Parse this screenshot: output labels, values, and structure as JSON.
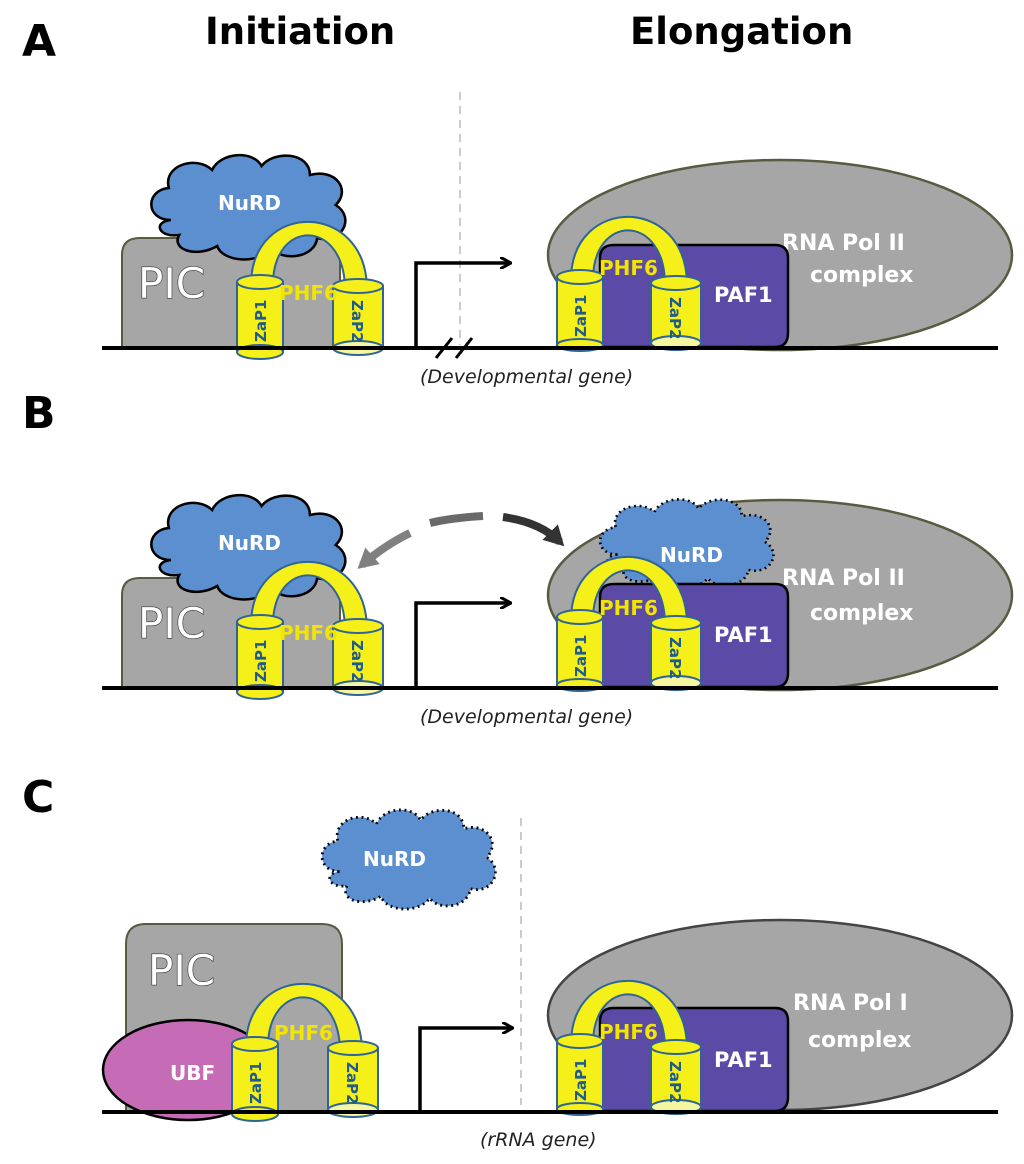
{
  "figure": {
    "column_titles": {
      "initiation": "Initiation",
      "elongation": "Elongation"
    },
    "colors": {
      "gray_complex": "#a6a6a6",
      "nurd_blue": "#5b8fcf",
      "phf6_yellow": "#f5f01a",
      "paf1_purple": "#5b4aa6",
      "ubf_pink": "#c66bb6",
      "outline_blue": "#2f6496",
      "dna_black": "#000000"
    },
    "panels": [
      {
        "letter": "A",
        "gene_label": "(Developmental gene)",
        "initiation": {
          "pic": "PIC",
          "nurd": "NuRD",
          "phf6": "PHF6",
          "zap1": "ZaP1",
          "zap2": "ZaP2"
        },
        "elongation": {
          "complex_line1": "RNA Pol II",
          "complex_line2": "complex",
          "phf6": "PHF6",
          "paf1": "PAF1",
          "zap1": "ZaP1",
          "zap2": "ZaP2"
        }
      },
      {
        "letter": "B",
        "gene_label": "(Developmental gene)",
        "initiation": {
          "pic": "PIC",
          "nurd": "NuRD",
          "phf6": "PHF6",
          "zap1": "ZaP1",
          "zap2": "ZaP2"
        },
        "elongation": {
          "complex_line1": "RNA Pol II",
          "complex_line2": "complex",
          "nurd": "NuRD",
          "phf6": "PHF6",
          "paf1": "PAF1",
          "zap1": "ZaP1",
          "zap2": "ZaP2"
        }
      },
      {
        "letter": "C",
        "gene_label": "(rRNA gene)",
        "free_nurd": "NuRD",
        "initiation": {
          "pic": "PIC",
          "ubf": "UBF",
          "phf6": "PHF6",
          "zap1": "ZaP1",
          "zap2": "ZaP2"
        },
        "elongation": {
          "complex_line1": "RNA Pol I",
          "complex_line2": "complex",
          "phf6": "PHF6",
          "paf1": "PAF1",
          "zap1": "ZaP1",
          "zap2": "ZaP2"
        }
      }
    ]
  }
}
